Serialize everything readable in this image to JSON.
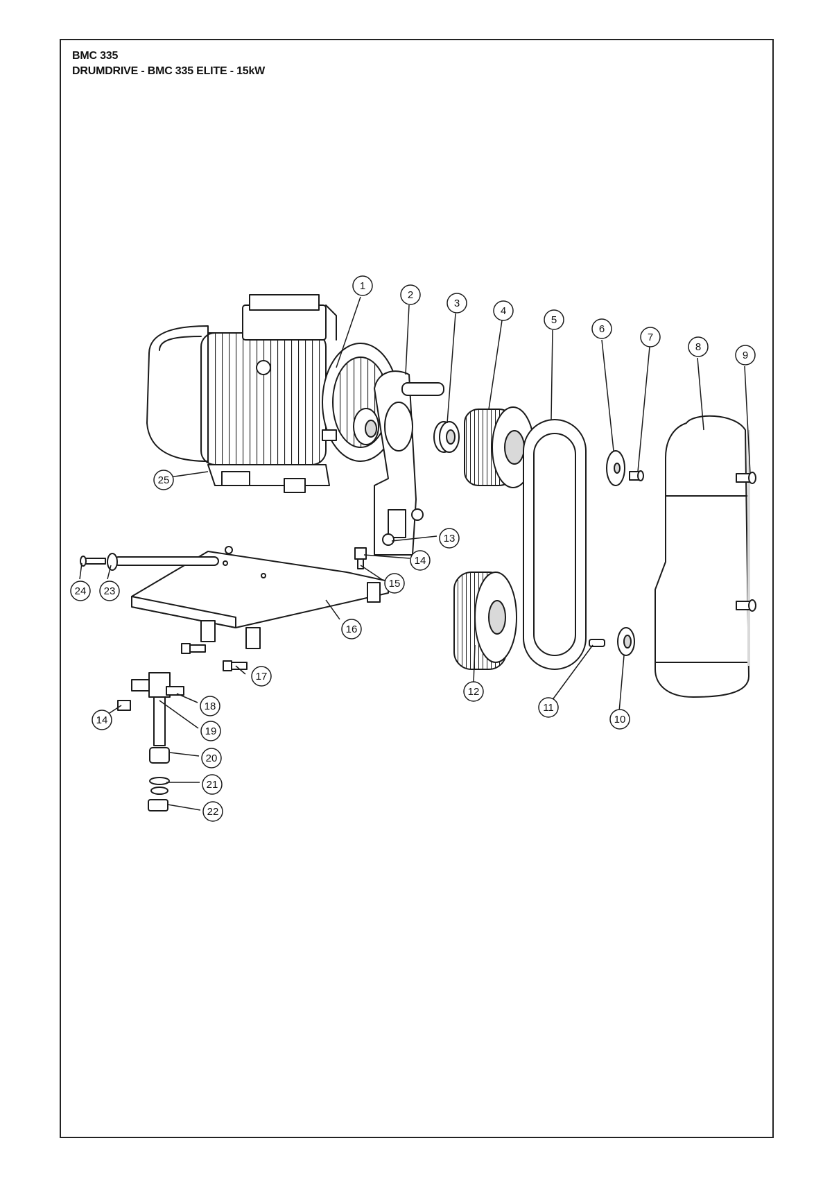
{
  "header": {
    "model": "BMC 335",
    "title": "DRUMDRIVE - BMC 335 ELITE - 15kW"
  },
  "callouts": [
    "1",
    "2",
    "3",
    "4",
    "5",
    "6",
    "7",
    "8",
    "9",
    "10",
    "11",
    "12",
    "13",
    "14",
    "15",
    "16",
    "17",
    "18",
    "19",
    "20",
    "21",
    "22",
    "23",
    "24",
    "25"
  ],
  "callout_14b": "14",
  "colors": {
    "line": "#1a1a1a",
    "fill": "#ffffff",
    "shade": "#d9d9d9"
  }
}
